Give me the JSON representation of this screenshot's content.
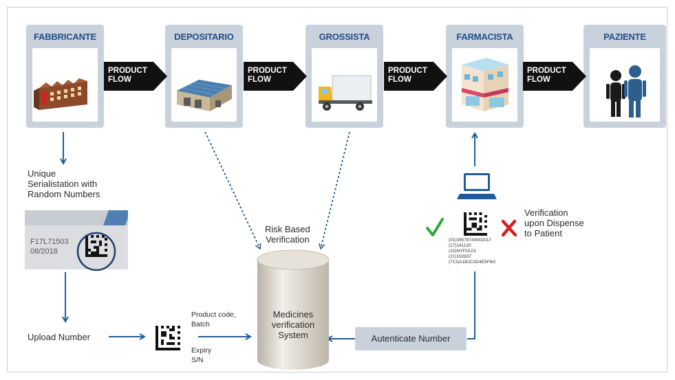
{
  "stages": [
    {
      "name": "FABBRICANTE"
    },
    {
      "name": "DEPOSITARIO"
    },
    {
      "name": "GROSSISTA"
    },
    {
      "name": "FARMACISTA"
    },
    {
      "name": "PAZIENTE"
    }
  ],
  "flow_label_line1": "PRODUCT",
  "flow_label_line2": "FLOW",
  "serialisation": {
    "line1": "Unique",
    "line2": "Serialistation with",
    "line3": "Random Numbers"
  },
  "package": {
    "code": "F17L71503",
    "date": "08/2018"
  },
  "upload_label": "Upload Number",
  "fields": {
    "a": "Product code,",
    "b": "Batch",
    "c": "Expiry",
    "d": "S/N"
  },
  "risk": {
    "line1": "Risk Based",
    "line2": "Verification"
  },
  "database": {
    "line1": "Medicines",
    "line2": "verification",
    "line3": "System"
  },
  "authenticate_label": "Autenticate Number",
  "verification": {
    "line1": "Verification",
    "line2": "upon Dispense",
    "line3": "to Patient"
  },
  "code_lines": [
    "(01)08578744002017",
    "(17)141120",
    "(10)NYFUL01",
    "(21)192837",
    "(713)A1B2C3D4E5F6G"
  ],
  "colors": {
    "stage_bg": "#c9d2dc",
    "title": "#1f4e8c",
    "arrow": "#1f5c99",
    "flow": "#111111",
    "check": "#2aa838",
    "cross": "#d42020",
    "db": "#dcd8d0"
  }
}
